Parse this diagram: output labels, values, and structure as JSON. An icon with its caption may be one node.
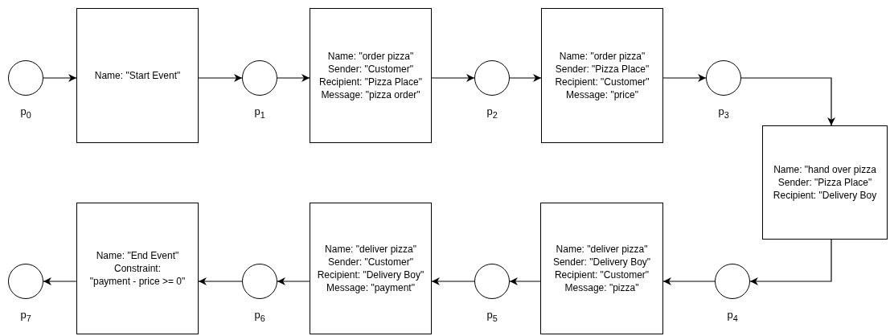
{
  "diagram": {
    "nodes": [
      {
        "text": [],
        "shape": "circle",
        "beside": [
          "p$_{0}$"
        ]
      },
      {
        "text": [
          "Name: \"Start Event\""
        ]
      },
      {
        "text": [],
        "shape": "circle",
        "beside": [
          "p$_{1}$"
        ]
      },
      {
        "text": [
          "Name: \"order pizza\"",
          "Sender: \"Customer\"",
          "Recipient: \"Pizza Place\"",
          "Message: \"pizza order\""
        ]
      },
      {
        "text": [],
        "shape": "circle",
        "beside": [
          "p$_{2}$"
        ]
      },
      {
        "text": [
          "Name: \"order pizza\"",
          "Sender: \"Pizza Place\"",
          "Recipient: \"Customer\"",
          "Message: \"price\""
        ]
      },
      {
        "text": [],
        "shape": "circle",
        "beside": [
          "p$_{3}$"
        ]
      },
      {
        "text": [
          "Name: \"hand over pizza",
          "Sender: \"Pizza Place\"",
          "Recipient: \"Delivery Boy"
        ]
      },
      {
        "text": [],
        "shape": "circle",
        "beside": [
          "p$_{4}$"
        ]
      },
      {
        "text": [
          "Name: \"deliver pizza\"",
          "Sender: \"Delivery Boy\"",
          "Recipient: \"Customer\"",
          "Message: \"pizza\""
        ]
      },
      {
        "text": [],
        "shape": "circle",
        "beside": [
          "p$_{5}$"
        ]
      },
      {
        "text": [
          "Name: \"deliver pizza\"",
          "Sender: \"Customer\"",
          "Recipient: \"Delivery Boy\"",
          "Message: \"payment\""
        ]
      },
      {
        "text": [],
        "shape": "circle",
        "beside": [
          "p$_{6}$"
        ]
      },
      {
        "text": [
          "Name: \"End Event\"",
          "Constraint:",
          "\"payment - price >= 0\""
        ]
      },
      {
        "text": [],
        "shape": "circle",
        "beside": [
          "p$_{7}$"
        ]
      }
    ],
    "edges": [
      {
        "from": 0,
        "to": 1,
        "arrow": "to"
      },
      {
        "from": 1,
        "to": 2,
        "arrow": "to"
      },
      {
        "from": 2,
        "to": 3,
        "arrow": "to"
      },
      {
        "from": 3,
        "to": 4,
        "arrow": "to"
      },
      {
        "from": 4,
        "to": 5,
        "arrow": "to"
      },
      {
        "from": 5,
        "to": 6,
        "arrow": "to"
      },
      {
        "from": 6,
        "to": 7,
        "arrow": "to"
      },
      {
        "from": 7,
        "to": 8,
        "arrow": "to"
      },
      {
        "from": 8,
        "to": 9,
        "arrow": "to"
      },
      {
        "from": 9,
        "to": 10,
        "arrow": "to"
      },
      {
        "from": 10,
        "to": 11,
        "arrow": "to"
      },
      {
        "from": 11,
        "to": 12,
        "arrow": "to"
      },
      {
        "from": 12,
        "to": 13,
        "arrow": "to"
      },
      {
        "from": 13,
        "to": 14,
        "arrow": "to"
      }
    ]
  }
}
